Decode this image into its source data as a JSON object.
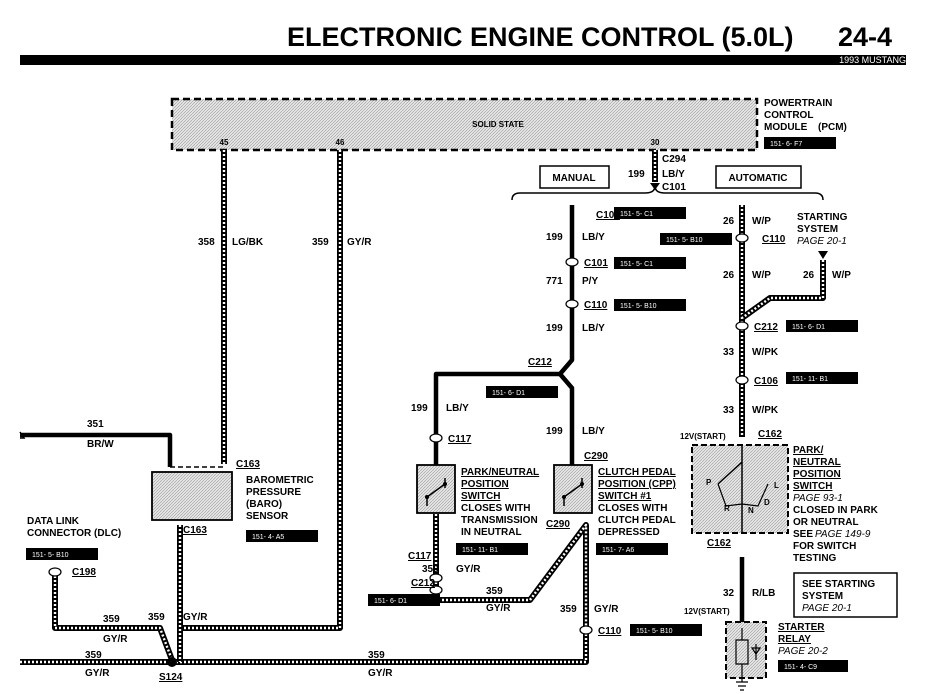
{
  "header": {
    "title": "ELECTRONIC ENGINE CONTROL (5.0L)",
    "page": "24-4",
    "subtitle": "1993 MUSTANG"
  },
  "pcm": {
    "center_text": "SOLID STATE",
    "pin_45": "45",
    "pin_46": "46",
    "pin_30": "30",
    "name_line1": "POWERTRAIN",
    "name_line2": "CONTROL",
    "name_line3": "MODULE",
    "name_abbr": "(PCM)",
    "ref": "151- 6- F7"
  },
  "c294": {
    "connector": "C294",
    "circuit": "199",
    "color": "LB/Y",
    "connector2": "C101"
  },
  "branches": {
    "manual": "MANUAL",
    "automatic": "AUTOMATIC"
  },
  "wires": {
    "w358_num": "358",
    "w358_color": "LG/BK",
    "w359_num": "359",
    "w359_color": "GY/R",
    "w351_num": "351",
    "w351_color": "BR/W",
    "m199a_num": "199",
    "m199a_color": "LB/Y",
    "m771_num": "771",
    "m771_color": "P/Y",
    "m199b_num": "199",
    "m199b_color": "LB/Y",
    "m199c_num": "199",
    "m199c_color": "LB/Y",
    "m199d_num": "199",
    "m199d_color": "LB/Y",
    "a26a_num": "26",
    "a26a_color": "W/P",
    "a26b_num": "26",
    "a26b_color": "W/P",
    "a26c_num": "26",
    "a26c_color": "W/P",
    "a33a_num": "33",
    "a33a_color": "W/PK",
    "a33b_num": "33",
    "a33b_color": "W/PK",
    "a32_num": "32",
    "a32_color": "R/LB",
    "b359a_num": "359",
    "b359a_color": "GY/R",
    "b359b_num": "359",
    "b359b_color": "GY/R",
    "b359c_num": "359",
    "b359c_color": "GY/R",
    "b359d_num": "359",
    "b359d_color": "GY/R",
    "b359e_num": "359",
    "b359e_color": "GY/R",
    "b359f_num": "359",
    "b359f_color": "GY/R",
    "b359g_num": "359",
    "b359g_color": "GY/R",
    "b359h_num": "359",
    "b359h_color": "GY/R"
  },
  "refs": {
    "c101_ref": "151- 5- C1",
    "c110_ref_top": "151- 5- B10",
    "c101_ref2": "151- 5- C1",
    "c110_ref2": "151- 5- B10",
    "c212_ref": "151- 6- D1",
    "c212_ref_right": "151- 6- D1",
    "c106_ref": "151- 11- B1",
    "baro_ref": "151- 4- A5",
    "dlc_ref": "151- 5- B10",
    "pnp_ref": "151- 11- B1",
    "cpp_ref": "151- 7- A6",
    "c212_ref_bot": "151- 6- D1",
    "c110_ref_bot": "151- 5- B10",
    "starter_ref": "151- 4- C9"
  },
  "connectors": {
    "c101": "C101",
    "c110": "C110",
    "c110b": "C110",
    "c212": "C212",
    "c212r": "C212",
    "c106": "C106",
    "c117a": "C117",
    "c117b": "C117",
    "c290a": "C290",
    "c290b": "C290",
    "c162a": "C162",
    "c162b": "C162",
    "c163a": "C163",
    "c163b": "C163",
    "c198": "C198",
    "c212b": "C212",
    "c110c": "C110",
    "s124": "S124"
  },
  "starting_system": {
    "line1": "STARTING",
    "line2": "SYSTEM",
    "page": "PAGE 20-1"
  },
  "baro": {
    "line1": "BAROMETRIC",
    "line2": "PRESSURE",
    "line3": "(BARO)",
    "line4": "SENSOR"
  },
  "dlc": {
    "line1": "DATA LINK",
    "line2": "CONNECTOR (DLC)"
  },
  "pnp_manual": {
    "line1": "PARK/NEUTRAL",
    "line2": "POSITION",
    "line3": "SWITCH",
    "desc1": "CLOSES WITH",
    "desc2": "TRANSMISSION",
    "desc3": "IN NEUTRAL"
  },
  "cpp": {
    "line1": "CLUTCH PEDAL",
    "line2": "POSITION (CPP)",
    "line3": "SWITCH #1",
    "desc1": "CLOSES WITH",
    "desc2": "CLUTCH PEDAL",
    "desc3": "DEPRESSED"
  },
  "pnp_auto": {
    "v12": "12V(START)",
    "line1": "PARK/",
    "line2": "NEUTRAL",
    "line3": "POSITION",
    "line4": "SWITCH",
    "page": "PAGE 93-1",
    "desc1": "CLOSED IN PARK",
    "desc2": "OR NEUTRAL",
    "desc3": "SEE",
    "desc3_page": "PAGE 149-9",
    "desc4": "FOR SWITCH",
    "desc5": "TESTING",
    "pos_p": "P",
    "pos_r": "R",
    "pos_n": "N",
    "pos_d": "D",
    "pos_l": "L"
  },
  "see_starting": {
    "line1": "SEE STARTING",
    "line2": "SYSTEM",
    "page": "PAGE 20-1"
  },
  "starter_relay": {
    "v12": "12V(START)",
    "line1": "STARTER",
    "line2": "RELAY",
    "page": "PAGE 20-2"
  }
}
